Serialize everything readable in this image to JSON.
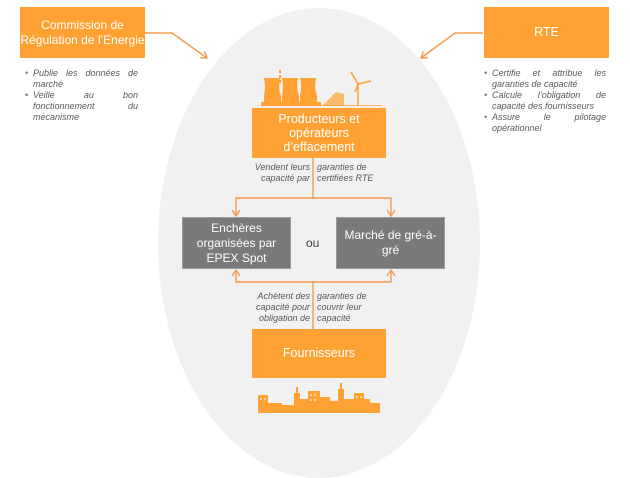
{
  "colors": {
    "accent_orange": "#ffa133",
    "arrow_orange": "#f59a4a",
    "market_gray": "#7a7a7a",
    "ellipse_bg": "#f1f1f1",
    "text_gray": "#595959"
  },
  "cre": {
    "title": "Commission de Régulation de l’Energie",
    "bullets": [
      "Publie les données de marché",
      "Veille au bon fonctionnement du mécanisme"
    ]
  },
  "rte": {
    "title": "RTE",
    "bullets": [
      "Certifie et attribue les garanties de capacité",
      "Calcule l’obligation de capacité des fournisseurs",
      "Assure le pilotage opérationnel"
    ]
  },
  "producers": {
    "icon": "power-plant-solar-wind-icon",
    "label": "Producteurs et opérateurs d’effacement"
  },
  "sell_flow": {
    "left": "Vendent leurs capacité par",
    "right": "garanties de certifiées RTE"
  },
  "markets": {
    "auction": "Enchères organisées par EPEX Spot",
    "connector": "ou",
    "otc": "Marché de gré-à-gré"
  },
  "buy_flow": {
    "left": "Achètent des capacité pour obligation de",
    "right": "garanties de couvrir leur capacité"
  },
  "suppliers": {
    "label": "Fournisseurs",
    "icon": "city-skyline-icon"
  }
}
